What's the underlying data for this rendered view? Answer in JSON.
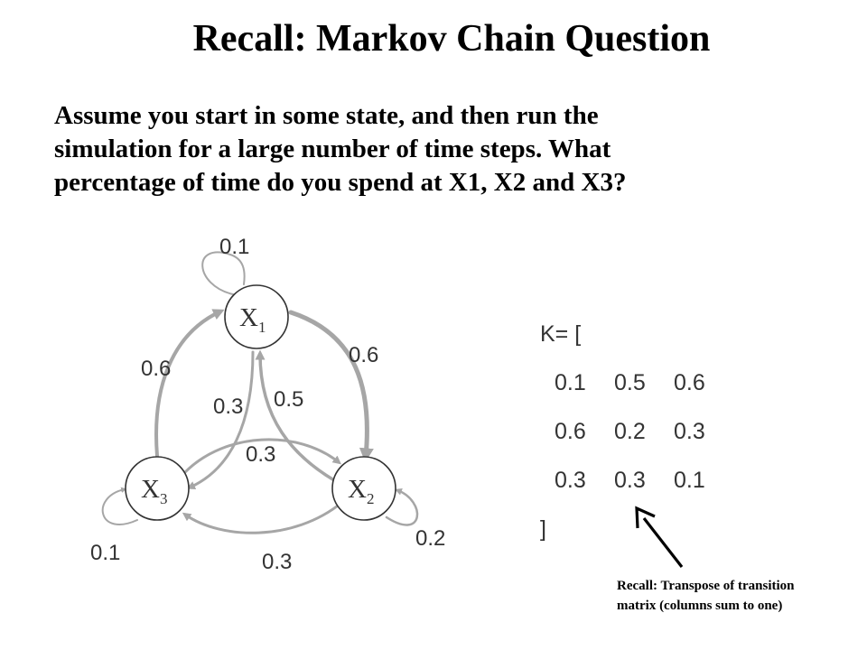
{
  "slide": {
    "title": "Recall: Markov Chain Question",
    "question_lines": [
      "Assume you start in some state, and then run the",
      "simulation for a large number of time steps.  What",
      "percentage of time do you spend at X1, X2 and X3?"
    ]
  },
  "diagram": {
    "nodes": {
      "x1": {
        "base": "X",
        "sub": "1"
      },
      "x2": {
        "base": "X",
        "sub": "2"
      },
      "x3": {
        "base": "X",
        "sub": "3"
      }
    },
    "edge_labels": {
      "x1_self": "0.1",
      "x1_to_x2": "0.6",
      "x2_to_x1": "0.5",
      "x3_to_x1": "0.6",
      "x1_to_x3": "0.3",
      "x2_to_x3": "0.3",
      "x3_to_x2": "0.3",
      "x3_self": "0.1",
      "x2_self": "0.2"
    },
    "colors": {
      "arrow": "#a6a6a6",
      "node_stroke": "#333333",
      "label": "#333333"
    }
  },
  "matrix": {
    "open": "K= [",
    "rows": [
      [
        "0.1",
        "0.5",
        "0.6"
      ],
      [
        "0.6",
        "0.2",
        "0.3"
      ],
      [
        "0.3",
        "0.3",
        "0.1"
      ]
    ],
    "close": "]"
  },
  "note": {
    "lines": [
      "Recall: Transpose of transition",
      "matrix (columns sum to one)"
    ]
  }
}
